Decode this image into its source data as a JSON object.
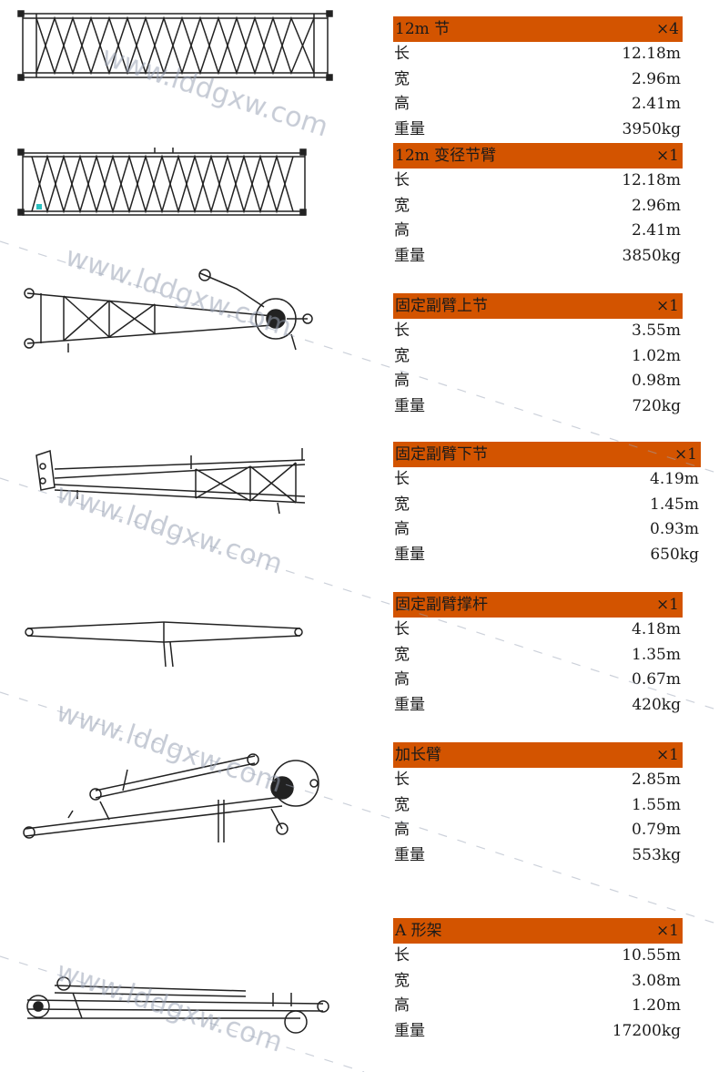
{
  "sections": [
    {
      "name": "12m 节",
      "qty": "×4",
      "rows": [
        {
          "label": "长",
          "value": "12.18m"
        },
        {
          "label": "宽",
          "value": "2.96m"
        },
        {
          "label": "高",
          "value": "2.41m"
        },
        {
          "label": "重量",
          "value": "3950kg"
        }
      ]
    },
    {
      "name": "12m 变径节臂",
      "qty": "×1",
      "rows": [
        {
          "label": "长",
          "value": "12.18m"
        },
        {
          "label": "宽",
          "value": "2.96m"
        },
        {
          "label": "高",
          "value": "2.41m"
        },
        {
          "label": "重量",
          "value": "3850kg"
        }
      ]
    },
    {
      "name": "固定副臂上节",
      "qty": "×1",
      "rows": [
        {
          "label": "长",
          "value": "3.55m"
        },
        {
          "label": "宽",
          "value": "1.02m"
        },
        {
          "label": "高",
          "value": "0.98m"
        },
        {
          "label": "重量",
          "value": "720kg"
        }
      ]
    },
    {
      "name": "固定副臂下节",
      "qty": "×1",
      "rows": [
        {
          "label": "长",
          "value": "4.19m"
        },
        {
          "label": "宽",
          "value": "1.45m"
        },
        {
          "label": "高",
          "value": "0.93m"
        },
        {
          "label": "重量",
          "value": "650kg"
        }
      ]
    },
    {
      "name": "固定副臂撑杆",
      "qty": "×1",
      "rows": [
        {
          "label": "长",
          "value": "4.18m"
        },
        {
          "label": "宽",
          "value": "1.35m"
        },
        {
          "label": "高",
          "value": "0.67m"
        },
        {
          "label": "重量",
          "value": "420kg"
        }
      ]
    },
    {
      "name": "加长臂",
      "qty": "×1",
      "rows": [
        {
          "label": "长",
          "value": "2.85m"
        },
        {
          "label": "宽",
          "value": "1.55m"
        },
        {
          "label": "高",
          "value": "0.79m"
        },
        {
          "label": "重量",
          "value": "553kg"
        }
      ]
    },
    {
      "name": "A 形架",
      "qty": "×1",
      "rows": [
        {
          "label": "长",
          "value": "10.55m"
        },
        {
          "label": "宽",
          "value": "3.08m"
        },
        {
          "label": "高",
          "value": "1.20m"
        },
        {
          "label": "重量",
          "value": "17200kg"
        }
      ]
    }
  ],
  "watermark": "www.lddgxw.com",
  "colors": {
    "header_bg": "#d35400",
    "text": "#1a1a1a",
    "line": "#222222",
    "watermark": "#9aa3b5"
  }
}
